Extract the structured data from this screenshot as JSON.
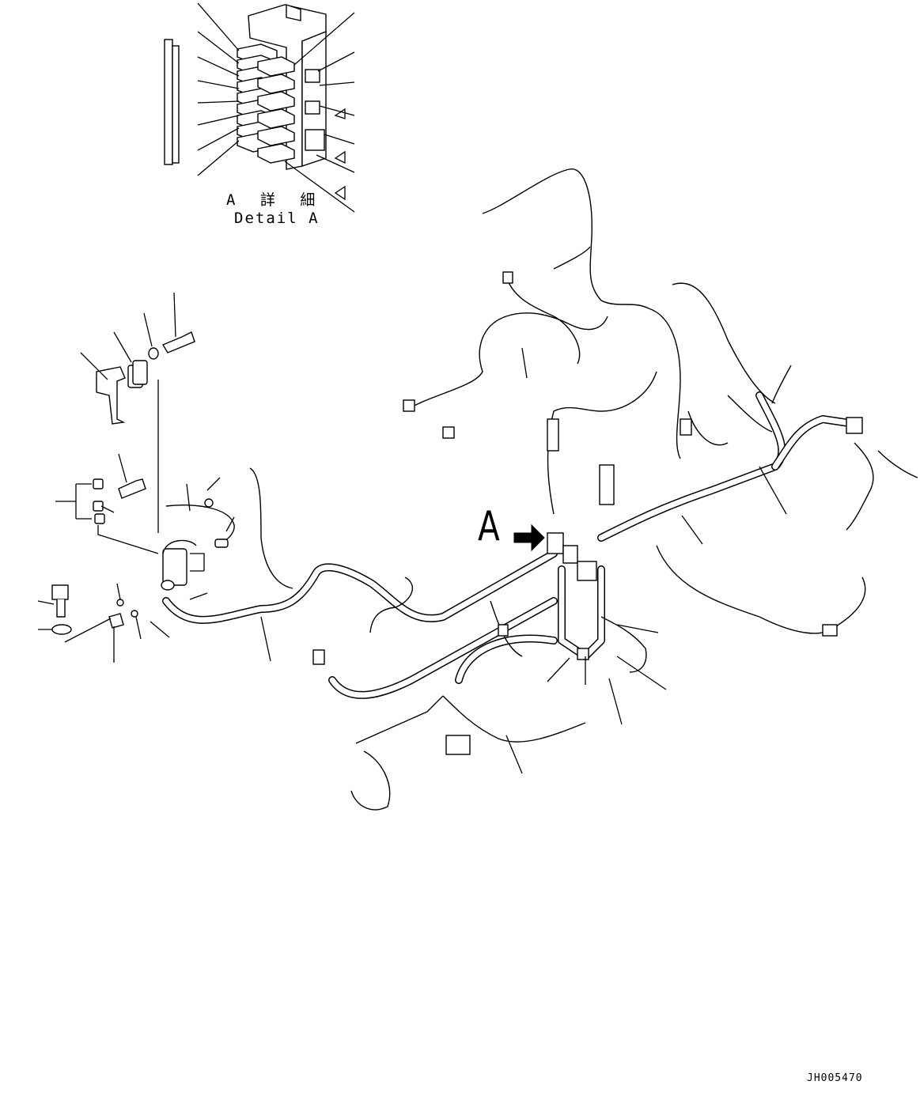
{
  "detail": {
    "title_jp": "A 詳 細",
    "title_en": "Detail A"
  },
  "view_marker": "A",
  "document_id": "JH005470",
  "icons": {
    "view_arrow": "arrow-right-icon"
  },
  "colors": {
    "line": "#000000",
    "background": "#ffffff"
  }
}
